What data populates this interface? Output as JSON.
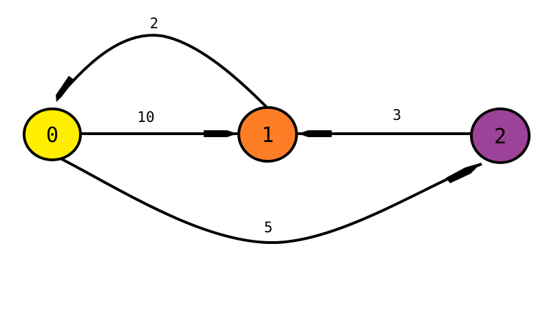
{
  "graph": {
    "nodes": [
      {
        "id": "0",
        "label": "0",
        "color": "#ffee00"
      },
      {
        "id": "1",
        "label": "1",
        "color": "#fd7e26"
      },
      {
        "id": "2",
        "label": "2",
        "color": "#9c4298"
      }
    ],
    "edges": [
      {
        "from": "0",
        "to": "1",
        "weight": "10"
      },
      {
        "from": "2",
        "to": "1",
        "weight": "3"
      },
      {
        "from": "1",
        "to": "0",
        "weight": "2"
      },
      {
        "from": "0",
        "to": "2",
        "weight": "5"
      }
    ]
  }
}
